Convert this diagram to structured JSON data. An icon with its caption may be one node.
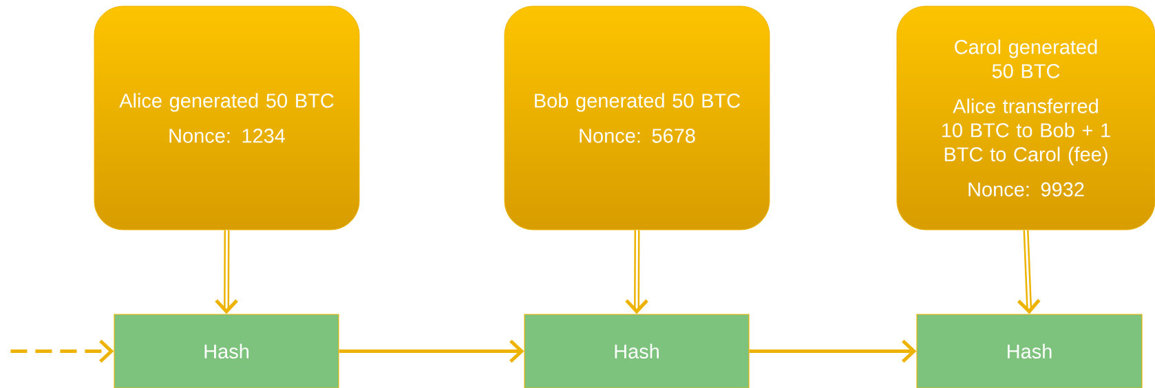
{
  "diagram": {
    "nodes": [
      {
        "text": [
          "Alice generated 50 BTC",
          "Nonce: 1234"
        ]
      },
      {
        "text": [
          "Hash"
        ]
      },
      {
        "text": [
          "Bob generated 50 BTC",
          "Nonce: 5678"
        ]
      },
      {
        "text": [
          "Hash"
        ]
      },
      {
        "text": [
          "Carol generated 50 BTC",
          "Alice transferred 10 BTC to Bob + 1 BTC to Carol (fee)",
          "Nonce: 9932"
        ]
      },
      {
        "text": [
          "Hash"
        ]
      }
    ],
    "edges": [
      {
        "from": 0,
        "to": 1,
        "arrow": "to"
      },
      {
        "from": 2,
        "to": 3,
        "arrow": "to"
      },
      {
        "from": 4,
        "to": 5,
        "arrow": "to"
      },
      {
        "from": null,
        "to": 1,
        "arrow": "to",
        "style": "dashed"
      },
      {
        "from": 1,
        "to": 3,
        "arrow": "to"
      },
      {
        "from": 3,
        "to": 5,
        "arrow": "to"
      }
    ]
  }
}
